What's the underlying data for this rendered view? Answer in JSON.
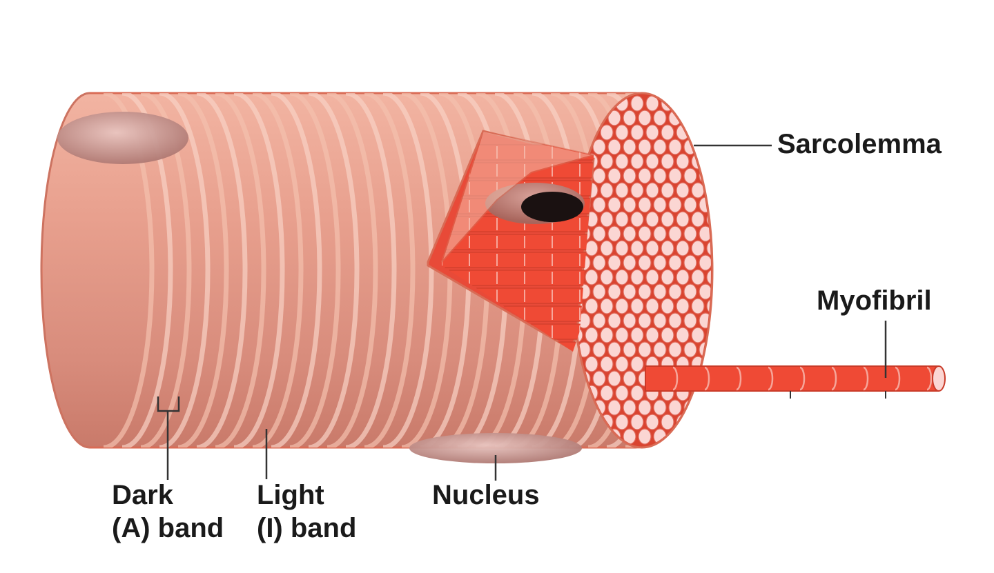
{
  "diagram": {
    "labels": {
      "sarcolemma": "Sarcolemma",
      "myofibril": "Myofibril",
      "nucleus": "Nucleus",
      "dark_band": [
        "Dark",
        "(A) band"
      ],
      "light_band": [
        "Light",
        "(I) band"
      ]
    },
    "colors": {
      "fiber_surface": "#e8a08e",
      "fiber_highlight": "#f6c9b8",
      "fiber_shadow": "#c97a6a",
      "fiber_outline": "#d96b55",
      "myofibril_red": "#ef4a35",
      "myofibril_end": "#fbd6d3",
      "nucleus": "#b97e78",
      "label_text": "#1a1a1a",
      "leader_line": "#333333"
    }
  }
}
